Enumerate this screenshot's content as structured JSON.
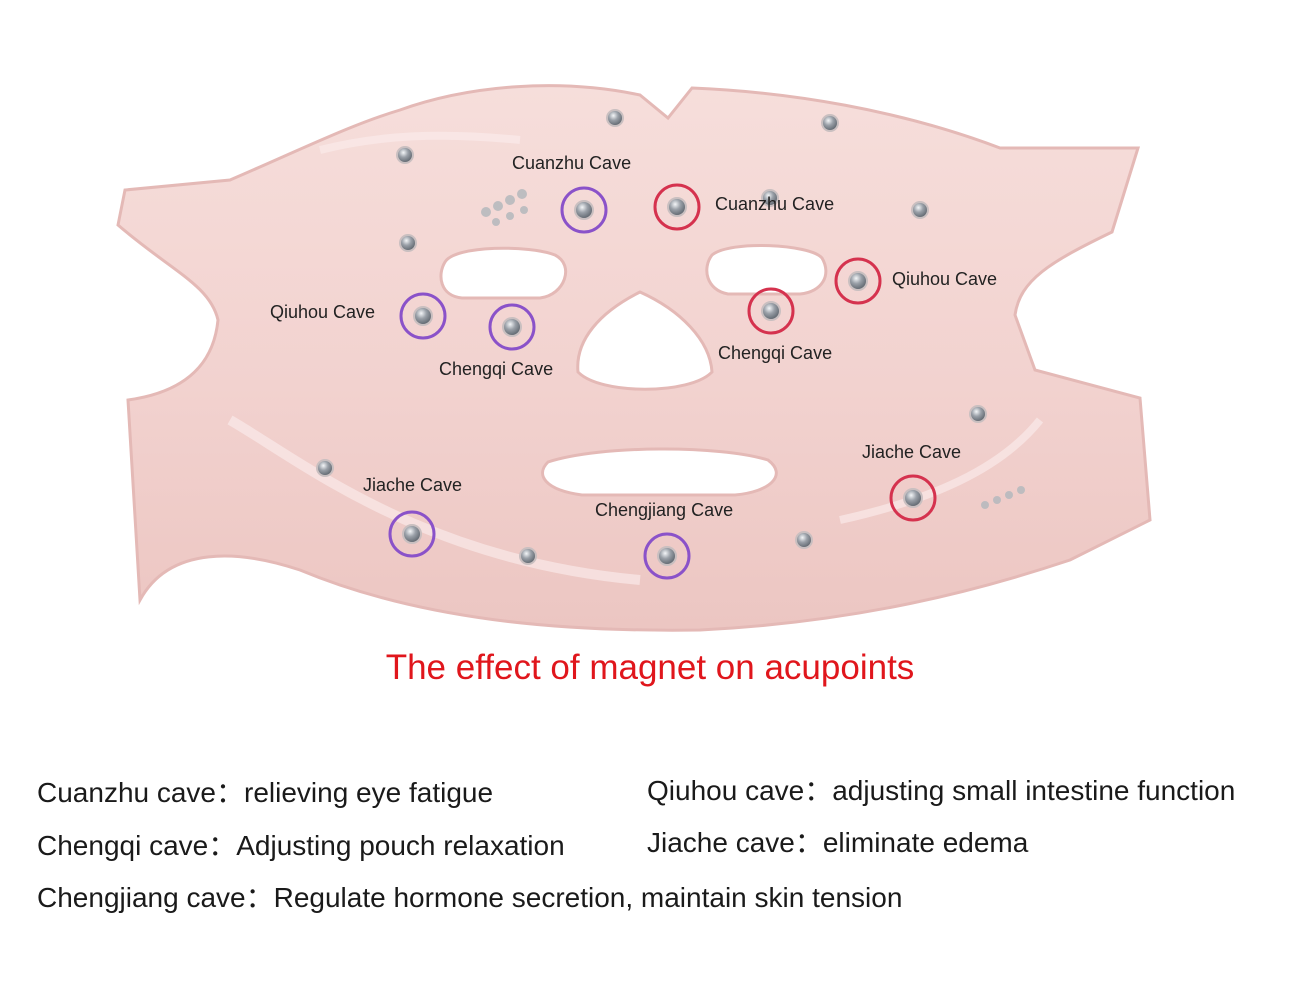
{
  "figure": {
    "labels": {
      "cuanzhu_left": "Cuanzhu Cave",
      "cuanzhu_right": "Cuanzhu Cave",
      "qiuhou_left": "Qiuhou Cave",
      "qiuhou_right": "Qiuhou Cave",
      "chengqi_left": "Chengqi Cave",
      "chengqi_right": "Chengqi Cave",
      "jiache_left": "Jiache Cave",
      "jiache_right": "Jiache Cave",
      "chengjiang": "Chengjiang Cave"
    },
    "colors": {
      "mask": "#f3d6d4",
      "mask_edge": "#e4b9b6",
      "left_ring": "#8a52c9",
      "right_ring": "#d5324e",
      "magnet": "#9aa0a8"
    }
  },
  "headline": "The effect of magnet on acupoints",
  "descriptions": {
    "cuanzhu": "Cuanzhu cave：relieving eye fatigue",
    "qiuhou": "Qiuhou cave：adjusting small intestine function",
    "chengqi": "Chengqi cave：Adjusting pouch relaxation",
    "jiache": "Jiache cave：eliminate edema",
    "chengjiang": "Chengjiang cave：Regulate hormone secretion, maintain skin tension"
  }
}
